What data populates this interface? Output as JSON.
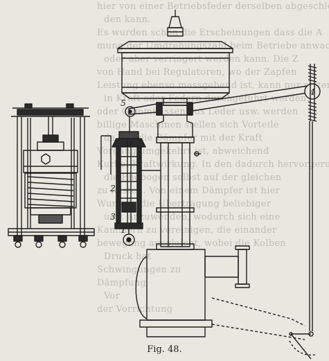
{
  "figure": {
    "caption": "Fig. 48.",
    "callouts": [
      "1",
      "2",
      "3",
      "4",
      "5"
    ]
  },
  "background_text": [
    "hier von einer Betriebsfeder derselben abgeschlo",
    "den kann.",
    "Es wurden schon die Erscheinungen dass die A",
    "mung der Umdrehungszahl beim Betriebe anwachsen w",
    "oder aber verringert werden kann. Die Z",
    "von Hand bei Regulatoren, wo der Zapfen",
    "Leistung ebenso massgebend ist, kann nur selten d",
    "in Kraft oder Federn durchgeführt werden.",
    "oder Gummikissen aus Leder usw. werden",
    "billige Maschinen stellen sich Vorteile",
    "da, wo die Dämpfer mit der Kraft",
    "Vorgang umgekehrt ist, abweichend",
    "Kurbel Kraftwirkung. In den dadurch hervorgerufenen",
    "die Endbogen selbst auf der gleichen",
    "zu leisten. Von einem Dämpfer ist hier",
    "Wunsch, die Übertragung beliebiger",
    "usw. anzuwenden, wodurch sich eine",
    "Kammern zu vereinigen, die einander",
    "bewegung ausgleicht, wobei die Kolben",
    "Druck hat",
    "Schwingungen zu",
    "Dämpfung",
    "Vor",
    "der Vorrichtung"
  ],
  "colors": {
    "paper": "#e8e8e0",
    "ink": "#1f1f1f",
    "bleed": "#9a9a92"
  }
}
